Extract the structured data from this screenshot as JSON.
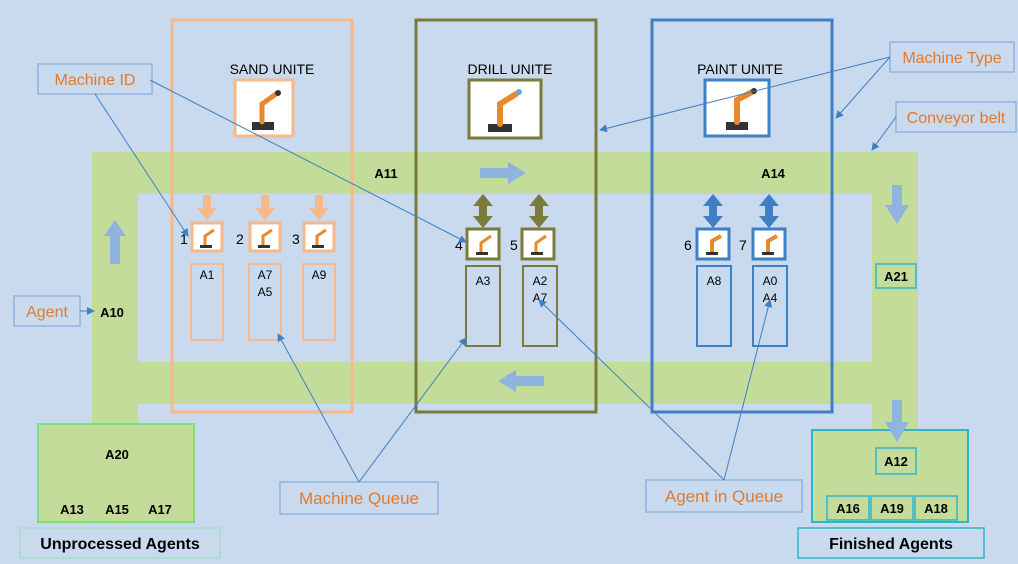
{
  "units": [
    {
      "title": "SAND UNITE",
      "color": "#f5b98a"
    },
    {
      "title": "DRILL UNITE",
      "color": "#7a7a3a"
    },
    {
      "title": "PAINT UNITE",
      "color": "#3f7fc4"
    }
  ],
  "machines": [
    {
      "id": "1",
      "queue": [
        "A1"
      ]
    },
    {
      "id": "2",
      "queue": [
        "A7",
        "A5"
      ]
    },
    {
      "id": "3",
      "queue": [
        "A9"
      ]
    },
    {
      "id": "4",
      "queue": [
        "A3"
      ]
    },
    {
      "id": "5",
      "queue": [
        "A2",
        "A7"
      ]
    },
    {
      "id": "6",
      "queue": [
        "A8"
      ]
    },
    {
      "id": "7",
      "queue": [
        "A0",
        "A4"
      ]
    }
  ],
  "belt_agents": {
    "a10": "A10",
    "a11": "A11",
    "a14": "A14",
    "a21": "A21",
    "a12": "A12",
    "a20": "A20"
  },
  "unprocessed": {
    "label": "Unprocessed Agents",
    "agents": [
      "A13",
      "A15",
      "A17"
    ]
  },
  "finished": {
    "label": "Finished Agents",
    "agents": [
      "A16",
      "A19",
      "A18"
    ]
  },
  "callouts": {
    "machine_id": "Machine ID",
    "machine_type": "Machine Type",
    "conveyor_belt": "Conveyor belt",
    "agent": "Agent",
    "machine_queue": "Machine Queue",
    "agent_in_queue": "Agent in Queue"
  },
  "colors": {
    "background": "#c9d9ee",
    "belt": "#c4dc9a",
    "callout_text": "#e27a2e",
    "sand": "#f5b98a",
    "drill": "#7a7a3a",
    "paint": "#3f7fc4",
    "unprocessed_border": "#7de07d",
    "finished_border": "#2fb5c9"
  }
}
